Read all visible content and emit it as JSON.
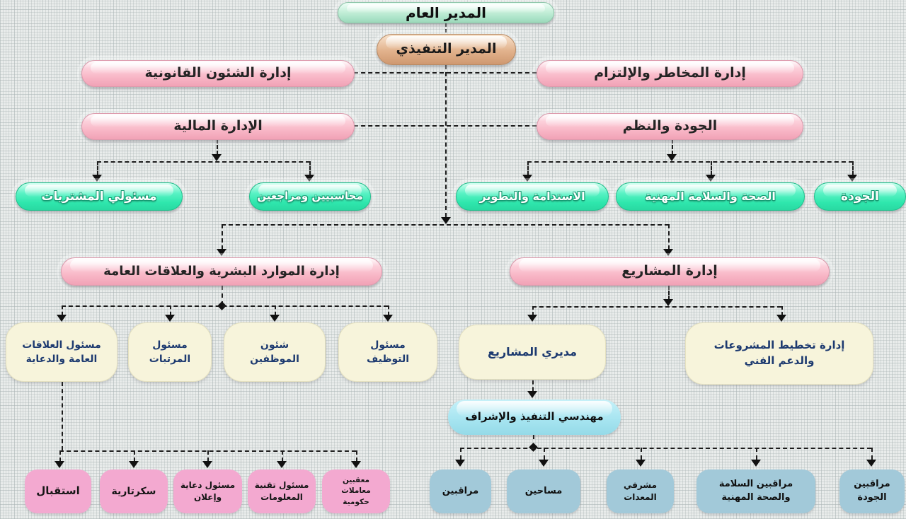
{
  "diagram": {
    "type": "org-chart",
    "language": "ar",
    "direction": "rtl",
    "nodes": {
      "general_manager": "المدير العام",
      "executive_director": "المدير التنفيذي",
      "legal_affairs": "إدارة الشئون القانونية",
      "risk_compliance": "إدارة المخاطر والإلتزام",
      "finance": "الإدارة المالية",
      "quality_systems": "الجودة والنظم",
      "procurement_officers": "مسئولي المشتريات",
      "accountants_auditors": "محاسبيين ومراجعين",
      "sustainability_development": "الاستدامة والتطوير",
      "occupational_health_safety": "الصحة والسلامة المهنية",
      "quality": "الجودة",
      "hr_public_relations": "إدارة الموارد البشرية والعلاقات العامة",
      "projects_management": "إدارة المشاريع",
      "pr_advertising_officer": [
        "مسئول العلاقات",
        "العامة والدعاية"
      ],
      "payroll_officer": [
        "مسئول",
        "المرتبات"
      ],
      "employee_affairs": [
        "شئون",
        "الموظفين"
      ],
      "recruitment_officer": [
        "مسئول",
        "التوظيف"
      ],
      "project_managers": "مديري المشاريع",
      "planning_technical_support": [
        "إدارة تخطيط المشروعات",
        "والدعم الفني"
      ],
      "execution_supervision_engineers": "مهندسي التنفيذ والإشراف",
      "reception": "استقبال",
      "secretarial": "سكرتارية",
      "advertising_officer": [
        "مسئول دعاية",
        "وإعلان"
      ],
      "it_officer": [
        "مسئول تقنية",
        "المعلومات"
      ],
      "gov_transactions_agents": [
        "معقبين",
        "معاملات",
        "حكومية"
      ],
      "monitors": "مراقبين",
      "surveyors": "مساحين",
      "equipment_supervisors": [
        "مشرفي",
        "المعدات"
      ],
      "safety_health_monitors": [
        "مراقبين السلامة",
        "والصحة المهنية"
      ],
      "quality_monitors": [
        "مراقبين",
        "الجودة"
      ]
    },
    "colors": {
      "background": "#e9eceb",
      "mint_light": "#b9e9d2",
      "tan": "#ddaf8c",
      "pink": "#f8bccb",
      "mint_bright": "#3de9b2",
      "cream": "#f7f4db",
      "cyan": "#a9e6f2",
      "pink_dark": "#f3a9d0",
      "blue_gray": "#a2c9d9",
      "connector": "#1c1c1c",
      "cream_text": "#1d3a70"
    }
  }
}
